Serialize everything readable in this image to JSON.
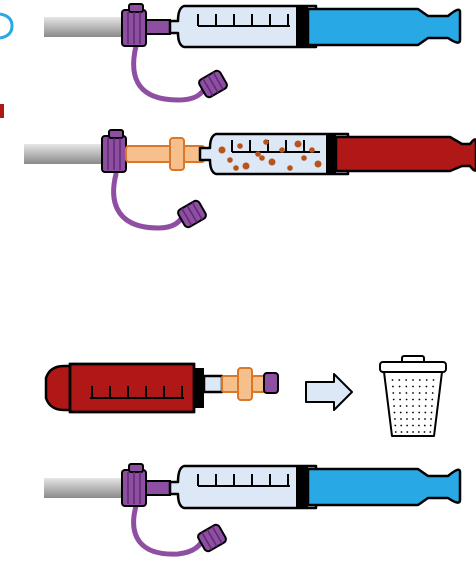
{
  "colors": {
    "tube": "#b9b9b9",
    "cap": "#8e4fa3",
    "cap_dark": "#5e2a73",
    "barrel": "#dce8f5",
    "saline": "#29a8e6",
    "blood": "#b01818",
    "connector": "#f6c08c",
    "connector_edge": "#d9772b",
    "clot_dots": "#b8541b",
    "bin_bg": "#ffffff",
    "arrow_fill": "#dce8f5",
    "outline": "#000000",
    "edge_left_ring": "#29a8e6",
    "edge_left_mark": "#b01818"
  },
  "steps": [
    {
      "step": "flush-saline",
      "contents": "saline"
    },
    {
      "step": "withdraw-blood",
      "contents": "blood-with-clots"
    },
    {
      "step": "discard-syringe",
      "contents": "blood"
    },
    {
      "step": "reflush-saline",
      "contents": "saline"
    }
  ],
  "icons": [
    "syringe-icon",
    "cap-icon",
    "connector-icon",
    "arrow-right-icon",
    "trash-bin-icon"
  ]
}
